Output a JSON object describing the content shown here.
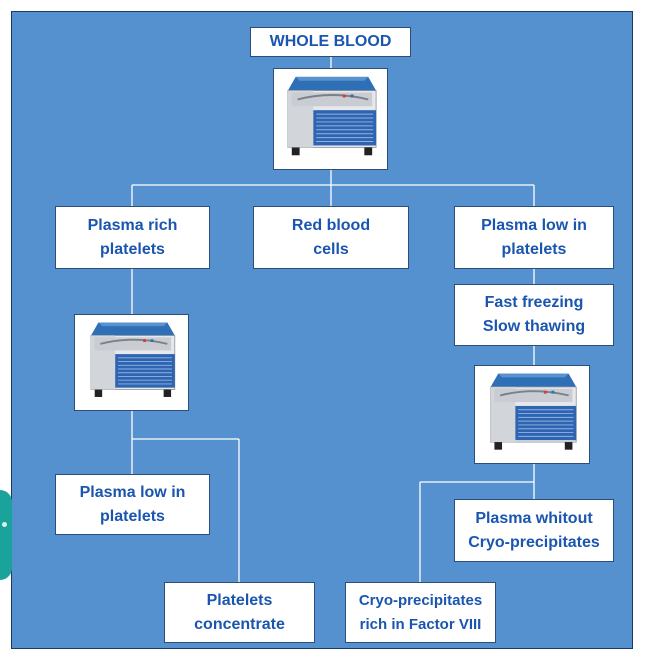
{
  "nodes": {
    "whole_blood": "WHOLE BLOOD",
    "plasma_rich_platelets": [
      "Plasma rich",
      "platelets"
    ],
    "red_blood_cells": [
      "Red blood",
      "cells"
    ],
    "plasma_low_platelets_top": [
      "Plasma low in",
      "platelets"
    ],
    "fast_freezing": [
      "Fast freezing",
      "Slow thawing"
    ],
    "plasma_low_platelets_left": [
      "Plasma low in",
      "platelets"
    ],
    "platelets_concentrate": [
      "Platelets",
      "concentrate"
    ],
    "plasma_without_cryo": [
      "Plasma whitout",
      "Cryo-precipitates"
    ],
    "cryo_precipitates": [
      "Cryo-precipitates",
      "rich in Factor VIII"
    ]
  },
  "icons": {
    "machine": "centrifuge-machine-icon"
  },
  "colors": {
    "background": "#5591cf",
    "box_text": "#1a55b0",
    "connector": "#ffffff",
    "side_tab": "#1aa39a"
  }
}
